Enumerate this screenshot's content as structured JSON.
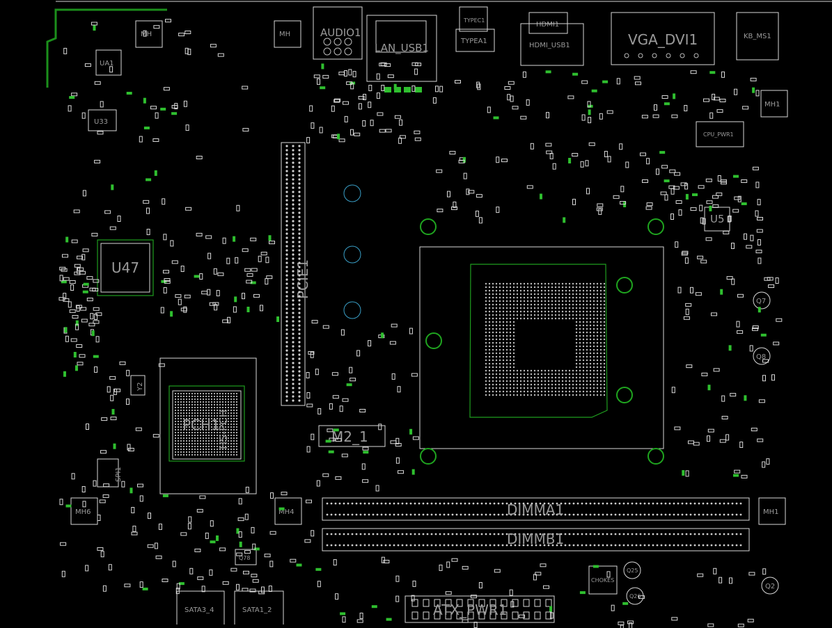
{
  "board": {
    "background": "#000000",
    "outline_color": "#d8d8d8",
    "copper_color": "#1f9e1f",
    "label_color": "#9a9a9a"
  },
  "labels": {
    "audio": "AUDIO1",
    "lan_usb": "LAN_USB1",
    "typec": "TYPEC1",
    "typea": "TYPEA1",
    "hdmi": "HDMI1",
    "hdmi_usb": "HDMI_USB1",
    "vga_dvi": "VGA_DVI1",
    "kb_ms": "KB_MS1",
    "cpu_pwr": "CPU_PWR1",
    "ua1": "UA1",
    "u33": "U33",
    "u47": "U47",
    "u5": "U5",
    "pcie": "PCIE1",
    "pch_label": "PCH1",
    "pch_chip": "HS-PCH",
    "m2": "M2_1",
    "dimm_a": "DIMMA1",
    "dimm_b": "DIMMB1",
    "atx": "ATX_PWR1",
    "sata34": "SATA3_4",
    "sata12": "SATA1_2",
    "spi": "SPI1",
    "y2": "Y2",
    "chokes": "CHOKES",
    "q78": "Q78",
    "q7": "Q7",
    "q8": "Q8",
    "q2": "Q2",
    "q25": "Q25",
    "q26": "Q26",
    "mh": "MH",
    "mh4": "MH4",
    "mh6": "MH6",
    "mh1": "MH1"
  }
}
